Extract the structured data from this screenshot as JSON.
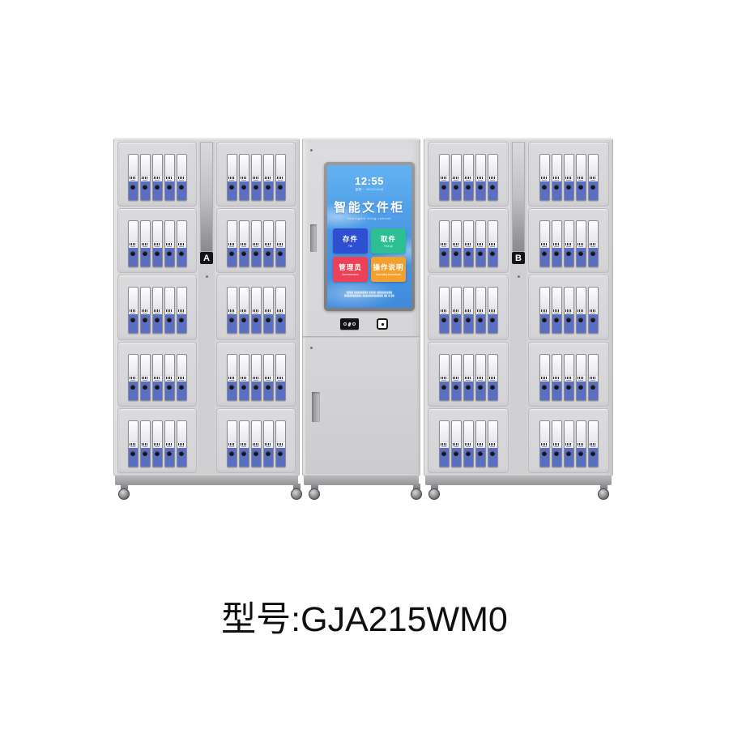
{
  "model": {
    "text": "型号:GJA215WM0"
  },
  "cabinet": {
    "section_a_label": "A",
    "section_b_label": "B",
    "structure": {
      "side_columns_per_section": 2,
      "rows_per_column": 5,
      "binders_per_compartment": 5,
      "wheel_count": 6
    },
    "colors": {
      "body_gray": "#d5d5d7",
      "binder_blue": "#5b6fc2",
      "screen_sky_top": "#62b2f2",
      "screen_sky_bottom": "#3f8cdc",
      "badge_black": "#141416"
    }
  },
  "screen": {
    "time": "12:55",
    "date": "星期一  2022/04/08",
    "title": "智能文件柜",
    "subtitle": "Intelligent filing cabinet",
    "buttons": [
      {
        "label": "存件",
        "sub": "File",
        "color": "#2e4fd2"
      },
      {
        "label": "取件",
        "sub": "Pick up",
        "color": "#2cbf93"
      },
      {
        "label": "管理员",
        "sub": "Administrators",
        "color": "#ec4156"
      },
      {
        "label": "操作说明",
        "sub": "Operating instructions",
        "color": "#f2a12e"
      }
    ],
    "fine_print": [
      "████ ████████   ████ █████████",
      "██████████ ████████████ ██ █ ██"
    ]
  }
}
